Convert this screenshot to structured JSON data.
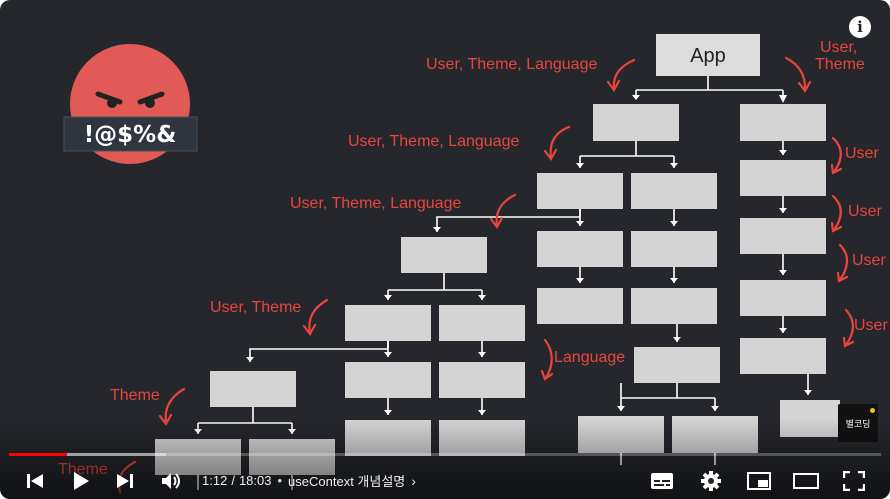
{
  "video": {
    "root_box": "App",
    "annotations": {
      "top_left": "User, Theme, Language",
      "top_right_line1": "User,",
      "top_right_line2": "Theme",
      "row2": "User, Theme, Language",
      "row3": "User, Theme, Language",
      "user_1": "User",
      "user_2": "User",
      "user_3": "User",
      "user_4": "User",
      "user_theme": "User, Theme",
      "language": "Language",
      "theme_1": "Theme",
      "theme_2": "Theme"
    },
    "emoji_label": "!@$%&",
    "watermark": "별코딩",
    "colors": {
      "accent": "#e8453c",
      "box": "#d4d4d4",
      "background": "#25272c",
      "progress": "#ff0000"
    }
  },
  "player": {
    "progress_played": 0.066,
    "progress_buffered": 0.18,
    "current_time": "1:12",
    "separator": "/",
    "duration": "18:03",
    "bullet": "•",
    "chapter": "useContext 개념설명",
    "chapter_chevron": "›",
    "icons": [
      "previous-icon",
      "play-icon",
      "next-icon",
      "volume-icon",
      "subtitles-icon",
      "settings-icon",
      "miniplayer-icon",
      "theater-icon",
      "fullscreen-icon"
    ],
    "info_symbol": "i"
  }
}
